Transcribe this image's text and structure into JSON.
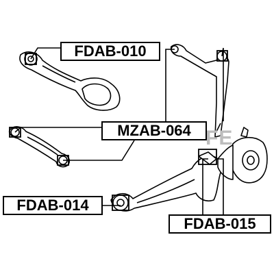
{
  "diagram": {
    "labels": {
      "fdab_010": "FDAB-010",
      "mzab_064": "MZAB-064",
      "fdab_014": "FDAB-014",
      "fdab_015": "FDAB-015"
    },
    "watermark": "FE"
  },
  "colors": {
    "line": "#000000",
    "part_fill": "#ffffff",
    "watermark": "#bdbdbd"
  }
}
